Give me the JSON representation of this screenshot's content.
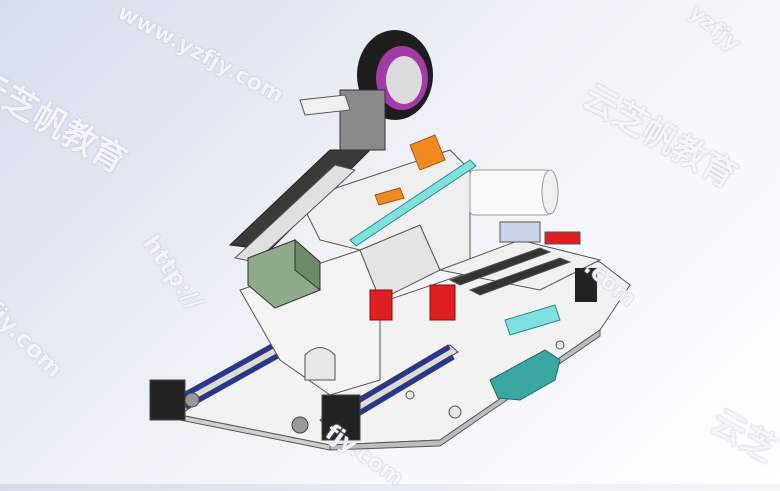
{
  "watermark": {
    "url_text": "www.yzfjy.com",
    "url_fragment_top": "yzfjy",
    "url_fragment_right": ".com",
    "http_text": "http://",
    "brand_text": "云芝帆教育",
    "brand_short": "云芝",
    "brand_fragment": "芝帆教育",
    "jy_text": "fjy.com"
  },
  "colors": {
    "background_start": "#d6dcea",
    "background_end": "#ffffff",
    "frame": "#f2f2f2",
    "frame_edge": "#555555",
    "motor_green": "#8faa8a",
    "motor_black": "#222222",
    "belt_blue": "#2233aa",
    "red_part": "#e02020",
    "orange_part": "#f08a1e",
    "cyan_part": "#7fe0e0",
    "teal_base": "#3aa7a3",
    "wheel_purple": "#a23aa8",
    "bracket_gray": "#8a8a8a"
  }
}
